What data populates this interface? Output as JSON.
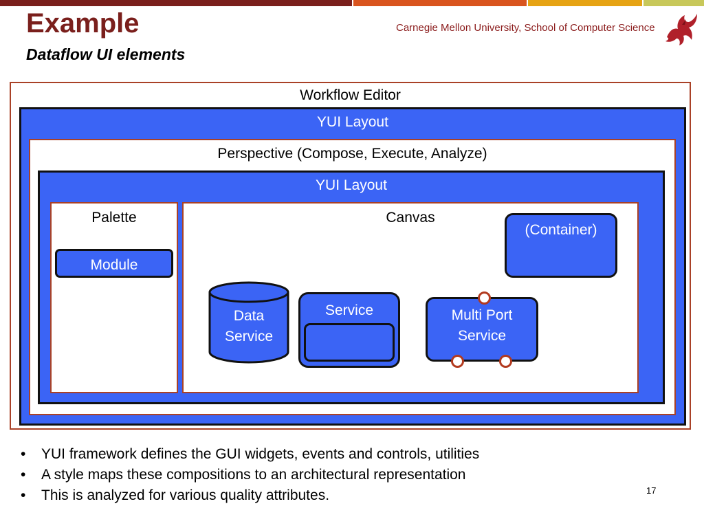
{
  "slide": {
    "title": "Example",
    "subtitle": "Dataflow UI elements",
    "affiliation": "Carnegie Mellon University, School of Computer Science",
    "page_number": "17",
    "logo_icon": "cmu-dragon-icon"
  },
  "colors": {
    "accent_dark_red": "#7a1f1c",
    "diagram_blue": "#3b64f5",
    "frame_border": "#a94127",
    "top_bar": [
      "#7a1f1c",
      "#d9541e",
      "#e6a314",
      "#c8c85a"
    ]
  },
  "diagram": {
    "workflow_editor": "Workflow Editor",
    "outer_layout": "YUI Layout",
    "perspective": "Perspective (Compose, Execute, Analyze)",
    "inner_layout": "YUI Layout",
    "palette": "Palette",
    "module": "Module",
    "canvas": "Canvas",
    "container": "(Container)",
    "data_service_line1": "Data",
    "data_service_line2": "Service",
    "service": "Service",
    "multi_port_line1": "Multi Port",
    "multi_port_line2": "Service"
  },
  "bullets": [
    "YUI framework defines the GUI widgets, events and controls, utilities",
    "A style maps these compositions to an architectural representation",
    "This is analyzed for various quality attributes."
  ]
}
